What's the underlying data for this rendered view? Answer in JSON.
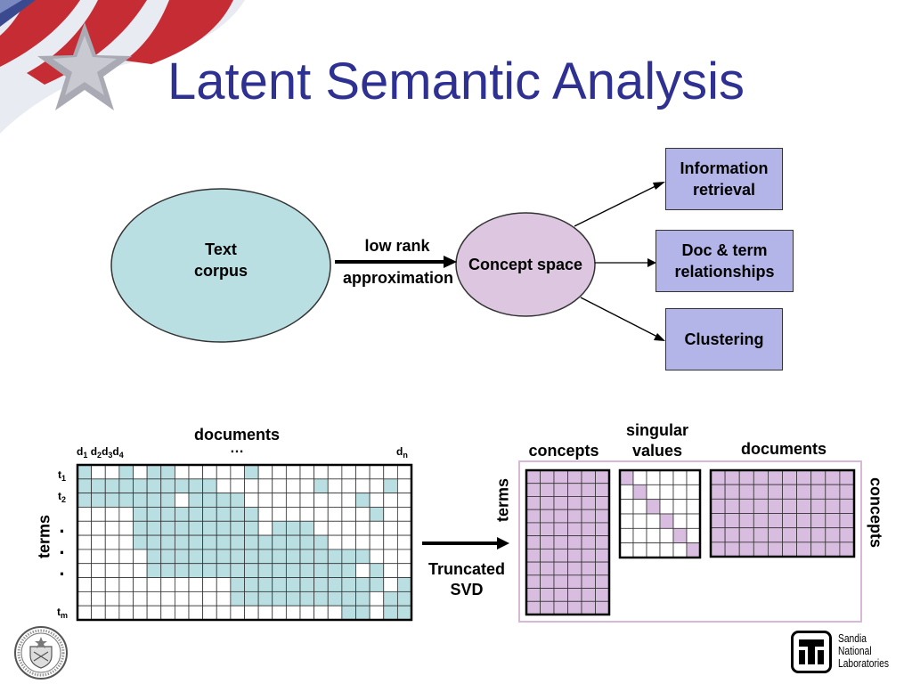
{
  "slide": {
    "title": "Latent Semantic Analysis",
    "text_corpus": [
      "Text",
      "corpus"
    ],
    "arrow_top": "low rank",
    "arrow_bottom": "approximation",
    "concept_space": "Concept space",
    "outputs": [
      [
        "Information",
        "retrieval"
      ],
      [
        "Doc & term",
        "relationships"
      ],
      [
        "Clustering"
      ]
    ],
    "matrix": {
      "top_label": "documents",
      "ellipsis": "…",
      "doc_labels": [
        "d",
        "1",
        "d",
        "2",
        "d",
        "3",
        "d",
        "4"
      ],
      "dn": [
        "d",
        "n"
      ],
      "side_label": "terms",
      "t1": [
        "t",
        "1"
      ],
      "t2": [
        "t",
        "2"
      ],
      "tm": [
        "t",
        "m"
      ],
      "vdots": [
        "·",
        "·",
        "·"
      ]
    },
    "svd": {
      "arrow_label": [
        "Truncated",
        "SVD"
      ],
      "concepts_top": "concepts",
      "singular_values": [
        "singular",
        "values"
      ],
      "documents_top": "documents",
      "terms_side": "terms",
      "concepts_side": "concepts"
    },
    "logos": {
      "doe": "U.S. Department of Energy",
      "sandia": [
        "Sandia",
        "National",
        "Laboratories"
      ]
    },
    "colors": {
      "title": "#2e3192",
      "ellipse_corpus": "#b9dfe3",
      "ellipse_concept": "#dcc6e0",
      "output_box": "#b3b5e9",
      "matrix_fill": "#b9dfe3",
      "svd_fill": "#d8bde0",
      "svd_frame": "#d8b8d8"
    }
  }
}
